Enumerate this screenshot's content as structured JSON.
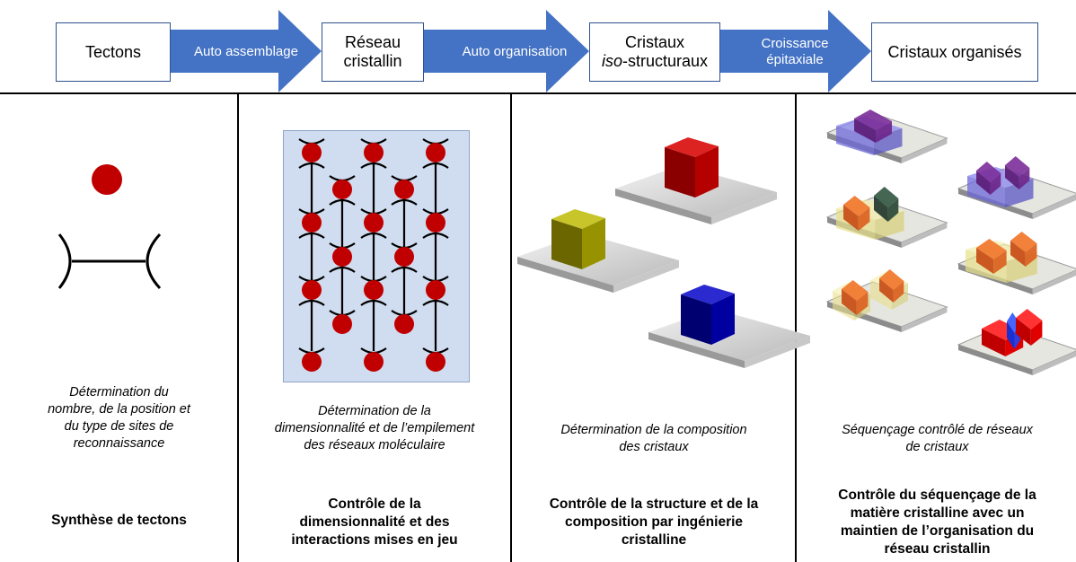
{
  "flow": {
    "steps": [
      {
        "label": "Tectons"
      },
      {
        "label_line1": "Réseau",
        "label_line2": "cristallin"
      },
      {
        "label_line1": "Cristaux",
        "label_line2_italic": "iso",
        "label_line2_rest": "-structuraux"
      },
      {
        "label": "Cristaux organisés"
      }
    ],
    "arrows": [
      {
        "label": "Auto assemblage"
      },
      {
        "label": "Auto organisation"
      },
      {
        "label_line1": "Croissance",
        "label_line2": "épitaxiale"
      }
    ]
  },
  "columns": [
    {
      "description": [
        "Détermination du",
        "nombre, de la position et",
        "du type de sites de",
        "reconnaissance"
      ],
      "goal": [
        "Synthèse de tectons"
      ]
    },
    {
      "description": [
        "Détermination de la",
        "dimensionnalité et de l’empilement",
        "des réseaux moléculaire"
      ],
      "goal": [
        "Contrôle de la",
        "dimensionnalité et des",
        "interactions mises en jeu"
      ]
    },
    {
      "description": [
        "Détermination de la composition",
        "des cristaux"
      ],
      "goal": [
        "Contrôle de la structure et de la",
        "composition par ingénierie",
        "cristalline"
      ]
    },
    {
      "description": [
        "Séquençage contrôlé de réseaux",
        "de cristaux"
      ],
      "goal": [
        "Contrôle du séquençage de la",
        "matière cristalline avec un",
        "maintien de l’organisation du",
        "réseau cristallin"
      ]
    }
  ],
  "colors": {
    "arrow_fill": "#4472c4",
    "box_border": "#2f528f",
    "tecton_red": "#c00000",
    "lattice_panel": "#d0dcef"
  }
}
